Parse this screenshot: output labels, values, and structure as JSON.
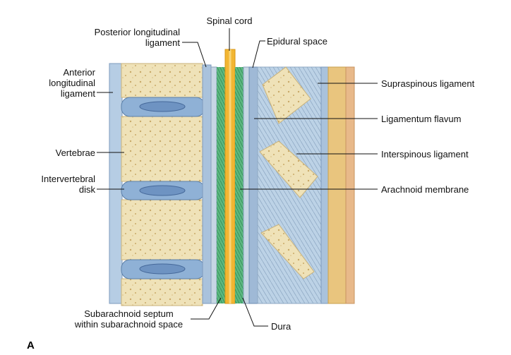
{
  "panel_label": "A",
  "labels": {
    "spinal_cord": "Spinal cord",
    "posterior_longitudinal_ligament": "Posterior longitudinal\nligament",
    "epidural_space": "Epidural space",
    "anterior_longitudinal_ligament": "Anterior\nlongitudinal\nligament",
    "supraspinous_ligament": "Supraspinous ligament",
    "ligamentum_flavum": "Ligamentum flavum",
    "vertebrae": "Vertebrae",
    "interspinous_ligament": "Interspinous ligament",
    "intervertebral_disk": "Intervertebral\ndisk",
    "arachnoid_membrane": "Arachnoid membrane",
    "subarachnoid_septum": "Subarachnoid septum\nwithin subarachnoid space",
    "dura": "Dura"
  },
  "colors": {
    "bone": "#efe2b8",
    "bone_edge": "#c9b27a",
    "disk": "#8fb1d6",
    "ligament": "#b8cfe3",
    "spinal_cord": "#f2b632",
    "arachnoid": "#4fae74",
    "skin": "#e8b98a"
  }
}
